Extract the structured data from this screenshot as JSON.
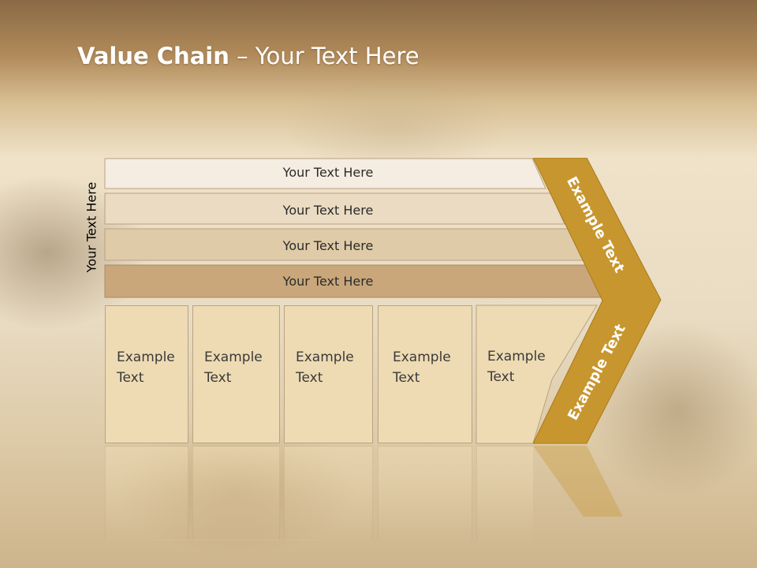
{
  "slide": {
    "title_bold": "Value Chain",
    "title_rest": " – Your Text Here",
    "vertical_label": "Your Text Here"
  },
  "bands": [
    {
      "label": "Your Text Here",
      "fill": "#f5ede2"
    },
    {
      "label": "Your Text Here",
      "fill": "#eadbc2"
    },
    {
      "label": "Your Text Here",
      "fill": "#dfcba8"
    },
    {
      "label": "Your Text Here",
      "fill": "#c9a77a"
    }
  ],
  "columns": [
    {
      "line1": "Example",
      "line2": "Text"
    },
    {
      "line1": "Example",
      "line2": "Text"
    },
    {
      "line1": "Example",
      "line2": "Text"
    },
    {
      "line1": "Example",
      "line2": "Text"
    },
    {
      "line1": "Example",
      "line2": "Text"
    }
  ],
  "chevron": {
    "top_label": "Example Text",
    "bottom_label": "Example Text",
    "color": "#c8962e"
  }
}
